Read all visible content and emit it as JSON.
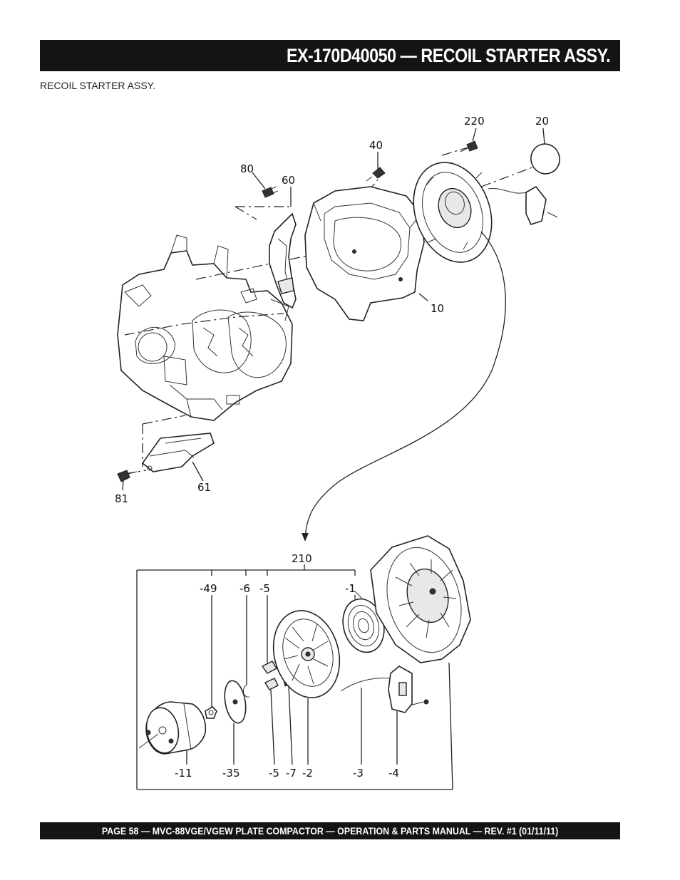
{
  "header": {
    "title": "EX-170D40050 — RECOIL STARTER  ASSY."
  },
  "subtitle": "RECOIL STARTER ASSY.",
  "callouts": {
    "c220": "220",
    "c20": "20",
    "c40": "40",
    "c80": "80",
    "c60": "60",
    "c10": "10",
    "c81": "81",
    "c61": "61",
    "c210": "210",
    "c49": "-49",
    "c6": "-6",
    "c5a": "-5",
    "c1": "-1",
    "c11": "-11",
    "c35": "-35",
    "c5b": "-5",
    "c7": "-7",
    "c2": "-2",
    "c3": "-3",
    "c4": "-4"
  },
  "footer": {
    "text": "PAGE 58 — MVC-88VGE/VGEW PLATE COMPACTOR —  OPERATION & PARTS MANUAL — REV. #1 (01/11/11)"
  }
}
